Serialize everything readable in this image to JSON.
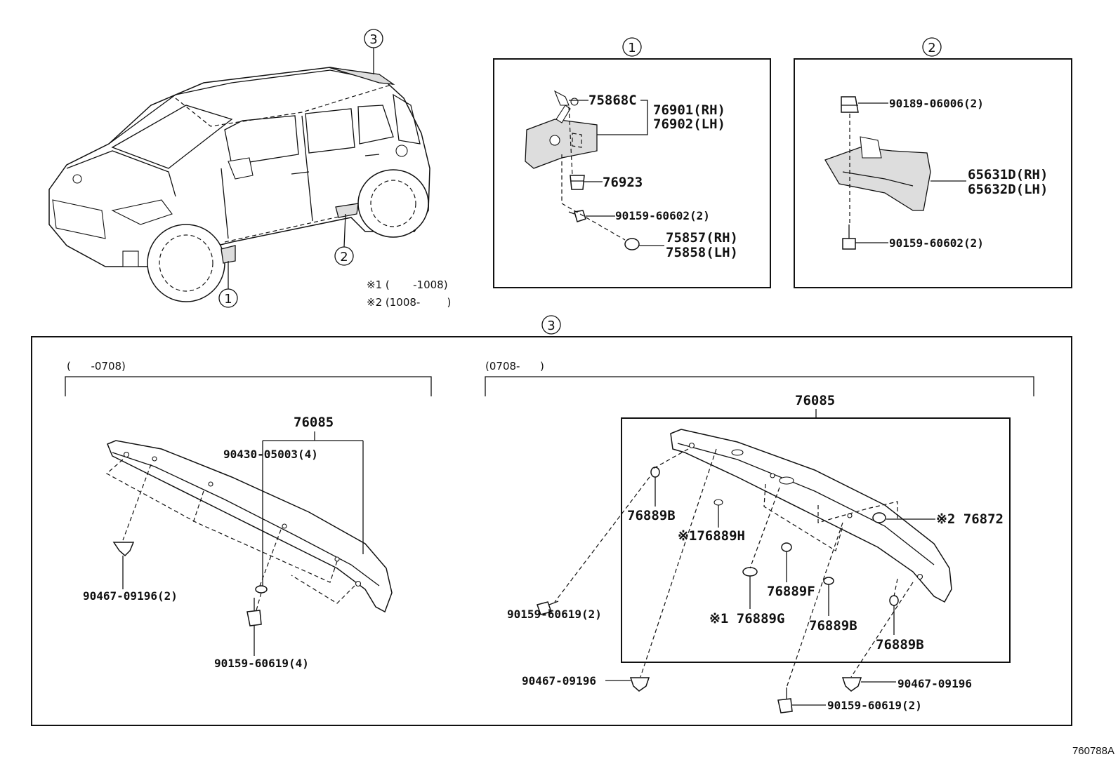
{
  "callouts": {
    "c1": "1",
    "c2": "2",
    "c3": "3"
  },
  "notes": {
    "n1": "※1 (       -1008)",
    "n2": "※2 (1008-        )"
  },
  "box1": {
    "p75868c": "75868C",
    "p76901": "76901(RH)",
    "p76902": "76902(LH)",
    "p76923": "76923",
    "p90159": "90159-60602(2)",
    "p75857": "75857(RH)",
    "p75858": "75858(LH)"
  },
  "box2": {
    "p90189": "90189-06006(2)",
    "p65631d": "65631D(RH)",
    "p65632d": "65632D(LH)",
    "p90159": "90159-60602(2)"
  },
  "box3": {
    "left_range": "(      -0708)",
    "right_range": "(0708-      )",
    "left": {
      "p76085": "76085",
      "p90430": "90430-05003(4)",
      "p90467": "90467-09196(2)",
      "p90159": "90159-60619(4)"
    },
    "right": {
      "p76085": "76085",
      "p76889b_a": "76889B",
      "p76889h": "※176889H",
      "p76872": "※2 76872",
      "p76889f": "76889F",
      "p90159_a": "90159-60619(2)",
      "p76889g": "※1 76889G",
      "p76889b_b": "76889B",
      "p76889b_c": "76889B",
      "p90467_a": "90467-09196",
      "p90467_b": "90467-09196",
      "p90159_b": "90159-60619(2)"
    }
  },
  "figure_code": "760788A"
}
